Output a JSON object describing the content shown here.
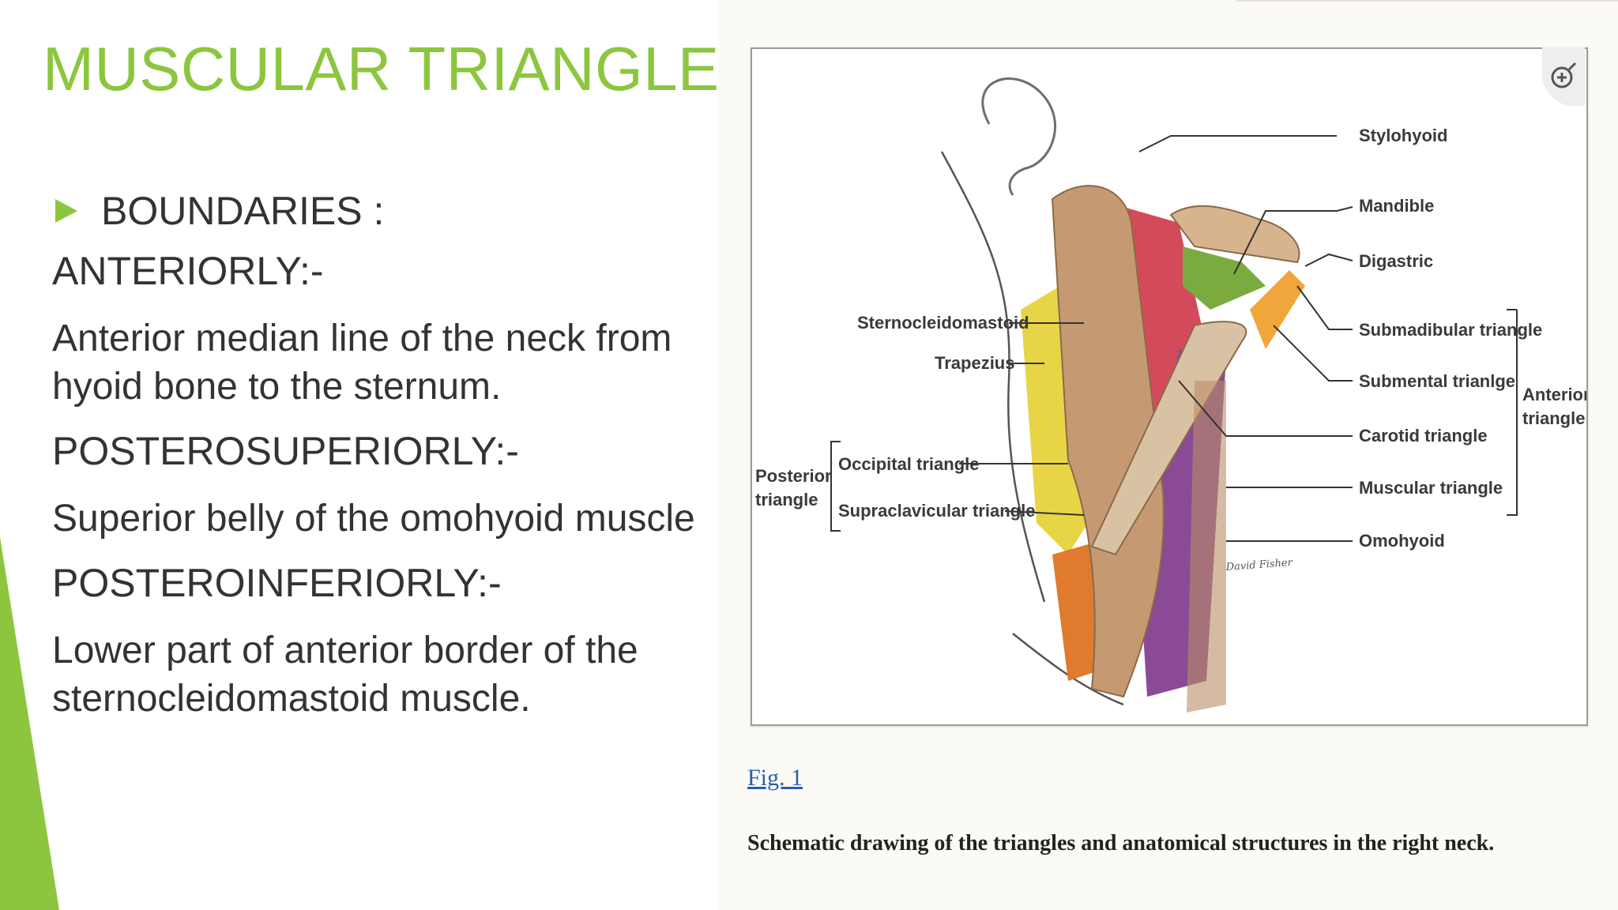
{
  "slide": {
    "title": "MUSCULAR TRIANGLE",
    "bullet": "BOUNDARIES :",
    "sections": [
      {
        "heading": "ANTERIORLY:-",
        "text": "Anterior median line of the neck from hyoid bone to the sternum."
      },
      {
        "heading": "POSTEROSUPERIORLY:-",
        "text": "Superior belly of the omohyoid muscle"
      },
      {
        "heading": "POSTEROINFERIORLY:-",
        "text": "Lower part of anterior border of the sternocleidomastoid muscle."
      }
    ],
    "accent_color": "#8cc63e"
  },
  "figure": {
    "labels": {
      "stylohyoid": "Stylohyoid",
      "mandible": "Mandible",
      "digastric": "Digastric",
      "submandibular": "Submadibular triangle",
      "submental": "Submental trianlge",
      "carotid": "Carotid triangle",
      "muscular": "Muscular triangle",
      "omohyoid": "Omohyoid",
      "anterior_1": "Anterior",
      "anterior_2": "triangle",
      "scm": "Sternocleidomastoid",
      "trapezius": "Trapezius",
      "occipital": "Occipital triangle",
      "supraclavicular": "Supraclavicular triangle",
      "posterior_1": "Posterior",
      "posterior_2": "triangle",
      "signature": "David Fisher"
    },
    "fig_link": "Fig. 1",
    "caption": "Schematic drawing of the triangles and anatomical structures in the right neck.",
    "zoom_icon": "zoom-in-icon"
  }
}
